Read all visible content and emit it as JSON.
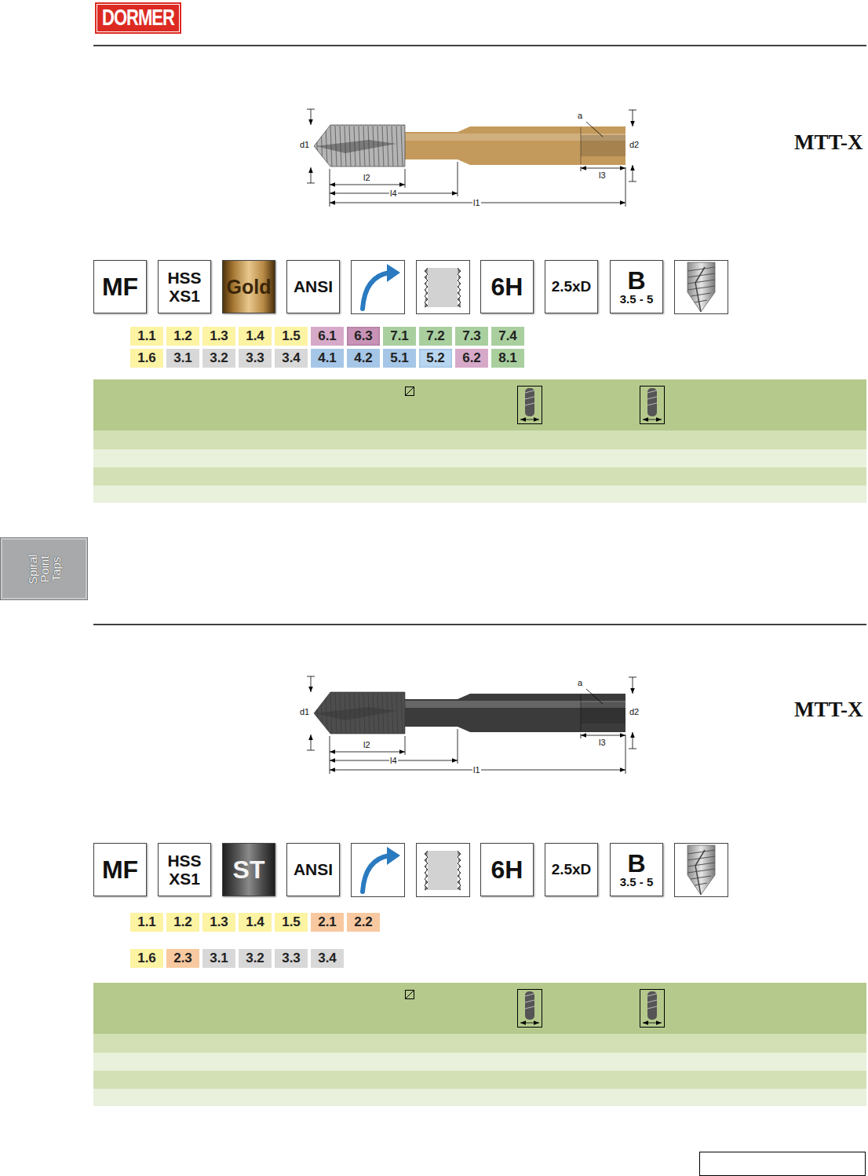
{
  "diagram": {
    "nodes": [
      {
        "text": [
          "DORMER"
        ]
      },
      {
        "text": [
          "Spiral Point Taps"
        ]
      },
      {
        "text": [
          "MF"
        ]
      },
      {
        "text": [
          "HSS XS1"
        ]
      },
      {
        "text": [
          "Gold"
        ]
      },
      {
        "text": [
          "ANSI"
        ]
      },
      {
        "text": [
          "6H"
        ]
      },
      {
        "text": [
          "2.5xD"
        ]
      },
      {
        "text": [
          "B",
          "3.5 - 5"
        ]
      },
      {
        "text": [
          "1.1"
        ]
      },
      {
        "text": [
          "1.2"
        ]
      },
      {
        "text": [
          "1.3"
        ]
      },
      {
        "text": [
          "1.4"
        ]
      },
      {
        "text": [
          "1.5"
        ]
      },
      {
        "text": [
          "6.1"
        ]
      },
      {
        "text": [
          "6.3"
        ]
      },
      {
        "text": [
          "7.1"
        ]
      },
      {
        "text": [
          "7.2"
        ]
      },
      {
        "text": [
          "7.3"
        ]
      },
      {
        "text": [
          "7.4"
        ]
      },
      {
        "text": [
          "1.6"
        ]
      },
      {
        "text": [
          "3.1"
        ]
      },
      {
        "text": [
          "3.2"
        ]
      },
      {
        "text": [
          "3.3"
        ]
      },
      {
        "text": [
          "3.4"
        ]
      },
      {
        "text": [
          "4.1"
        ]
      },
      {
        "text": [
          "4.2"
        ]
      },
      {
        "text": [
          "5.1"
        ]
      },
      {
        "text": [
          "5.2"
        ]
      },
      {
        "text": [
          "6.2"
        ]
      },
      {
        "text": [
          "8.1"
        ]
      },
      {
        "text": [
          "MF"
        ]
      },
      {
        "text": [
          "HSS XS1"
        ]
      },
      {
        "text": [
          "ST"
        ]
      },
      {
        "text": [
          "ANSI"
        ]
      },
      {
        "text": [
          "6H"
        ]
      },
      {
        "text": [
          "2.5xD"
        ]
      },
      {
        "text": [
          "B",
          "3.5 - 5"
        ]
      },
      {
        "text": [
          "1.1"
        ]
      },
      {
        "text": [
          "1.2"
        ]
      },
      {
        "text": [
          "1.3"
        ]
      },
      {
        "text": [
          "1.4"
        ]
      },
      {
        "text": [
          "1.5"
        ]
      },
      {
        "text": [
          "2.1"
        ]
      },
      {
        "text": [
          "2.2"
        ]
      },
      {
        "text": [
          "1.6"
        ]
      },
      {
        "text": [
          "2.3"
        ]
      },
      {
        "text": [
          "3.1"
        ]
      },
      {
        "text": [
          "3.2"
        ]
      },
      {
        "text": [
          "3.3"
        ]
      },
      {
        "text": [
          "3.4"
        ]
      }
    ],
    "labels": [
      "a",
      "d1",
      "d2",
      "l2",
      "l4",
      "l1",
      "l3",
      "MTT-X",
      "a",
      "d1",
      "d2",
      "l2",
      "l4",
      "l1",
      "l3",
      "MTT-X"
    ]
  }
}
